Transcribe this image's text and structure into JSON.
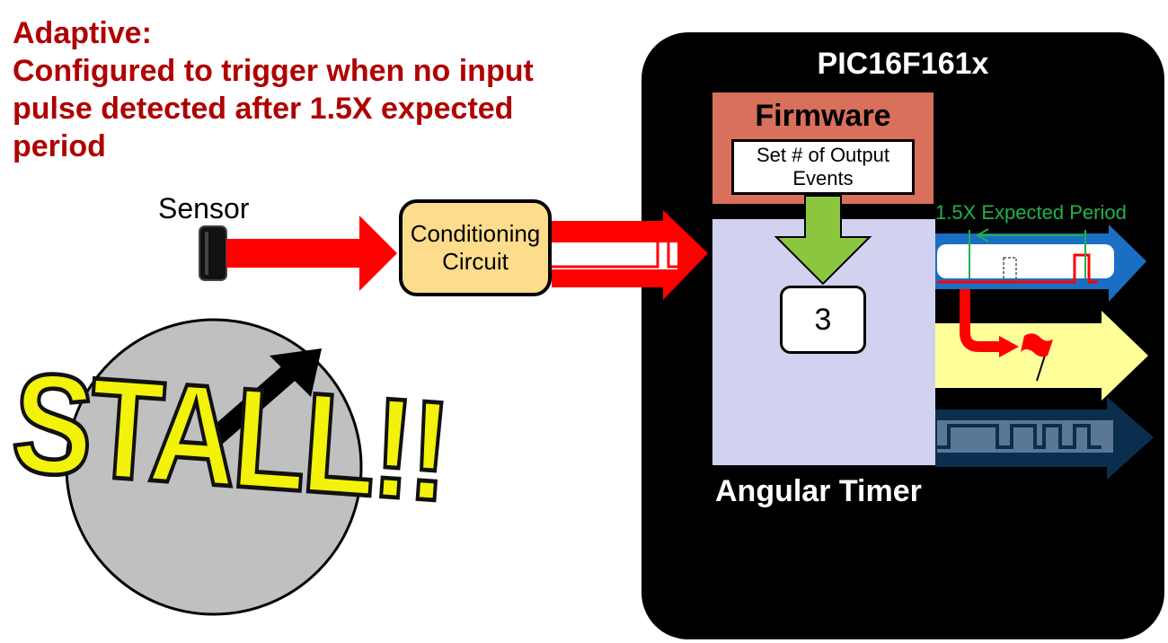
{
  "heading": {
    "line1": "Adaptive:",
    "line2": "Configured to trigger when no input",
    "line3": "pulse detected after 1.5X expected",
    "line4": "period"
  },
  "sensor": {
    "label": "Sensor"
  },
  "conditioning": {
    "line1": "Conditioning",
    "line2": "Circuit"
  },
  "stall": {
    "text": "STALL!!"
  },
  "chip": {
    "title": "PIC16F161x",
    "firmware": "Firmware",
    "set_events_line1": "Set # of Output",
    "set_events_line2": "Events",
    "count": "3",
    "block_label": "Angular Timer",
    "period_label": "1.5X Expected Period"
  },
  "colors": {
    "heading": "#b00000",
    "input_arrow": "#ff0000",
    "conditioning": "#fddc8b",
    "timer": "#d1d2f0",
    "firmware": "#d9705c",
    "down_arrow": "#8cc63f",
    "period": "#22b14c",
    "out_blue": "#1a6fc4",
    "out_yellow": "#ffff99",
    "out_navy": "#0b2e4f",
    "stall": "#f2f20a"
  }
}
